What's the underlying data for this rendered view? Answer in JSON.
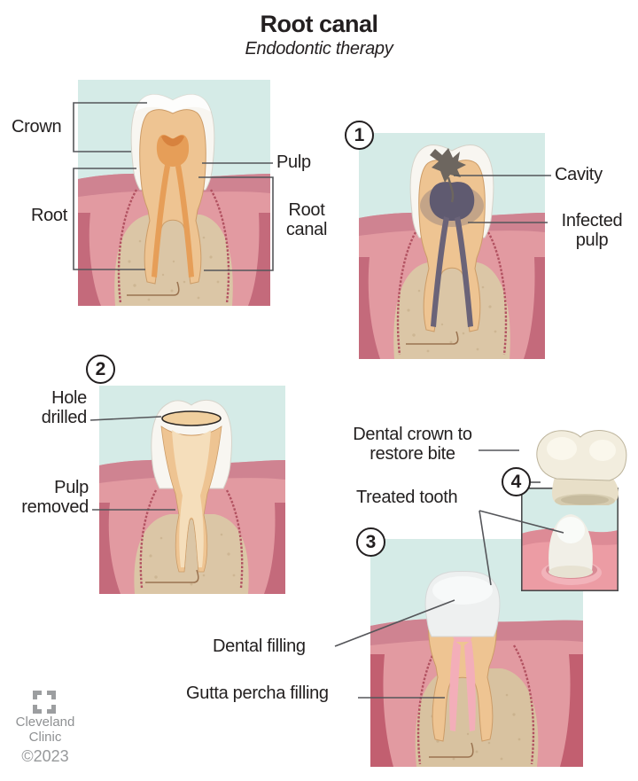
{
  "header": {
    "title": "Root canal",
    "subtitle": "Endodontic therapy"
  },
  "anatomy": {
    "crown": "Crown",
    "pulp": "Pulp",
    "root": "Root",
    "root_canal": "Root canal"
  },
  "step1": {
    "number": "1",
    "cavity": "Cavity",
    "infected_pulp": "Infected pulp"
  },
  "step2": {
    "number": "2",
    "hole_drilled": "Hole drilled",
    "pulp_removed": "Pulp removed"
  },
  "step3": {
    "number": "3",
    "dental_filling": "Dental filling",
    "gutta_percha": "Gutta percha filling"
  },
  "step4": {
    "number": "4",
    "dental_crown": "Dental crown to restore bite",
    "treated_tooth": "Treated tooth"
  },
  "footer": {
    "brand_line1": "Cleveland",
    "brand_line2": "Clinic",
    "copyright": "©2023"
  },
  "palette": {
    "panel_sky": "#d5ebe7",
    "gum_pink": "#e29aa1",
    "gum_dark": "#c4606e",
    "bone_tan": "#dbc6a6",
    "enamel_white": "#f8f6f1",
    "dentin_tan": "#eec492",
    "pulp_orange": "#e69e58",
    "infected_pulp_gray": "#5f5a70",
    "gutta_percha_pink": "#f3aeb9",
    "crown_cream": "#f2edde",
    "pointer_line": "#55565a",
    "text": "#231f20",
    "logo_gray": "#9c9ea0"
  }
}
